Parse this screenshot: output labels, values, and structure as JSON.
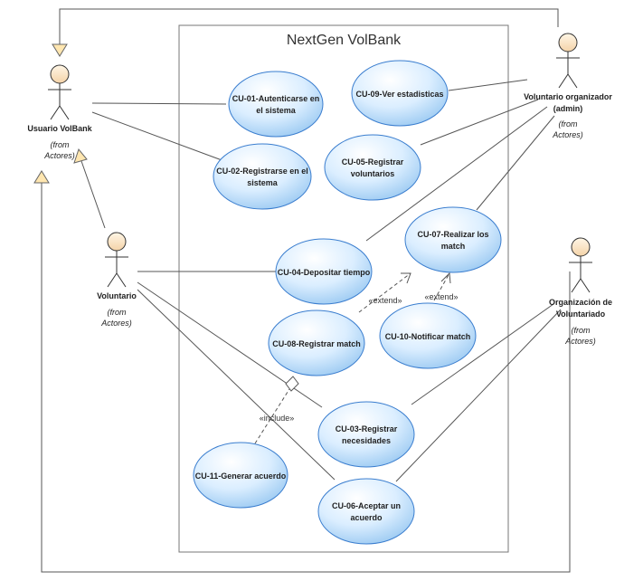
{
  "system": {
    "title": "NextGen VolBank"
  },
  "actors": [
    {
      "id": "usuario",
      "name_lines": [
        "Usuario VolBank"
      ],
      "from_lines": [
        "(from",
        "Actores)"
      ]
    },
    {
      "id": "voluntario",
      "name_lines": [
        "Voluntario"
      ],
      "from_lines": [
        "(from",
        "Actores)"
      ]
    },
    {
      "id": "organizador",
      "name_lines": [
        "Voluntario organizador",
        "(admin)"
      ],
      "from_lines": [
        "(from",
        "Actores)"
      ]
    },
    {
      "id": "organizacion",
      "name_lines": [
        "Organización de",
        "Voluntariado"
      ],
      "from_lines": [
        "(from",
        "Actores)"
      ]
    }
  ],
  "use_cases": [
    {
      "id": "cu01",
      "lines": [
        "CU-01-Autenticarse en",
        "el sistema"
      ]
    },
    {
      "id": "cu02",
      "lines": [
        "CU-02-Registrarse en el",
        "sistema"
      ]
    },
    {
      "id": "cu09",
      "lines": [
        "CU-09-Ver estadisticas"
      ]
    },
    {
      "id": "cu05",
      "lines": [
        "CU-05-Registrar",
        "voluntarios"
      ]
    },
    {
      "id": "cu07",
      "lines": [
        "CU-07-Realizar los",
        "match"
      ]
    },
    {
      "id": "cu04",
      "lines": [
        "CU-04-Depositar tiempo"
      ]
    },
    {
      "id": "cu08",
      "lines": [
        "CU-08-Registrar match"
      ]
    },
    {
      "id": "cu10",
      "lines": [
        "CU-10-Notificar match"
      ]
    },
    {
      "id": "cu03",
      "lines": [
        "CU-03-Registrar",
        "necesidades"
      ]
    },
    {
      "id": "cu11",
      "lines": [
        "CU-11-Generar acuerdo"
      ]
    },
    {
      "id": "cu06",
      "lines": [
        "CU-06-Aceptar un",
        "acuerdo"
      ]
    }
  ],
  "stereotypes": [
    {
      "id": "ext1",
      "text": "«extend»"
    },
    {
      "id": "ext2",
      "text": "«extend»"
    },
    {
      "id": "inc1",
      "text": "«include»"
    }
  ]
}
